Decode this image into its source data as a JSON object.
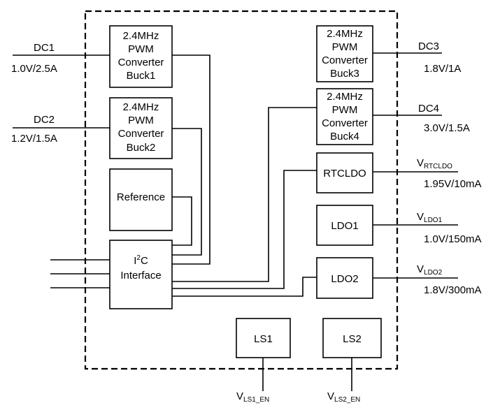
{
  "blocks": {
    "buck1": [
      "2.4MHz",
      "PWM",
      "Converter",
      "Buck1"
    ],
    "buck2": [
      "2.4MHz",
      "PWM",
      "Converter",
      "Buck2"
    ],
    "buck3": [
      "2.4MHz",
      "PWM",
      "Converter",
      "Buck3"
    ],
    "buck4": [
      "2.4MHz",
      "PWM",
      "Converter",
      "Buck4"
    ],
    "reference": "Reference",
    "i2c": {
      "i": "I",
      "sup": "2",
      "c": "C",
      "line2": "Interface"
    },
    "rtcldo": "RTCLDO",
    "ldo1": "LDO1",
    "ldo2": "LDO2",
    "ls1": "LS1",
    "ls2": "LS2"
  },
  "outputs": {
    "dc1": {
      "name": "DC1",
      "rating": "1.0V/2.5A"
    },
    "dc2": {
      "name": "DC2",
      "rating": "1.2V/1.5A"
    },
    "dc3": {
      "name": "DC3",
      "rating": "1.8V/1A"
    },
    "dc4": {
      "name": "DC4",
      "rating": "3.0V/1.5A"
    },
    "v_rtcldo": {
      "v": "V",
      "sub": "RTCLDO",
      "rating": "1.95V/10mA"
    },
    "v_ldo1": {
      "v": "V",
      "sub": "LDO1",
      "rating": "1.0V/150mA"
    },
    "v_ldo2": {
      "v": "V",
      "sub": "LDO2",
      "rating": "1.8V/300mA"
    },
    "v_ls1_en": {
      "v": "V",
      "sub": "LS1_EN"
    },
    "v_ls2_en": {
      "v": "V",
      "sub": "LS2_EN"
    }
  }
}
